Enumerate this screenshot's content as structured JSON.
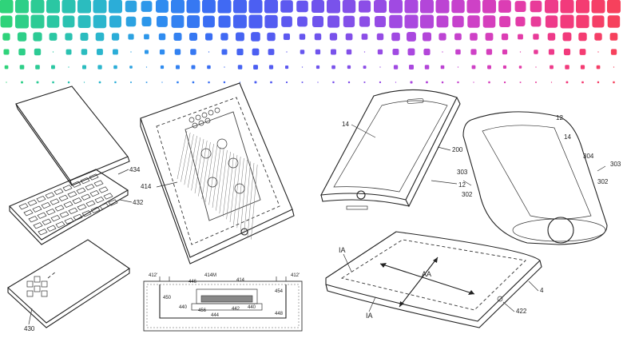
{
  "banner": {
    "colors": [
      "#2fd37a",
      "#2bc6a6",
      "#2bb3d4",
      "#2e8ff0",
      "#3a6ef3",
      "#4d5ef2",
      "#6a55ee",
      "#8a4fe8",
      "#aa48df",
      "#c842cc",
      "#e03cb0",
      "#f2397f",
      "#f6415c"
    ]
  },
  "figures": {
    "exploded_layers": {
      "labels": [
        "434",
        "432",
        "430"
      ]
    },
    "tablet_sensor": {
      "labels": [
        "414"
      ]
    },
    "cross_section": {
      "labels": [
        "412'",
        "412'",
        "414M",
        "414",
        "446",
        "450",
        "454",
        "440",
        "442",
        "440",
        "456",
        "444",
        "448"
      ]
    },
    "curved_phone": {
      "labels": [
        "14",
        "200",
        "12"
      ]
    },
    "rounded_device": {
      "labels": [
        "12",
        "14",
        "304",
        "303",
        "303",
        "302",
        "302"
      ]
    },
    "flat_tablet": {
      "labels": [
        "IA",
        "AA",
        "IA",
        "4",
        "422"
      ]
    }
  }
}
